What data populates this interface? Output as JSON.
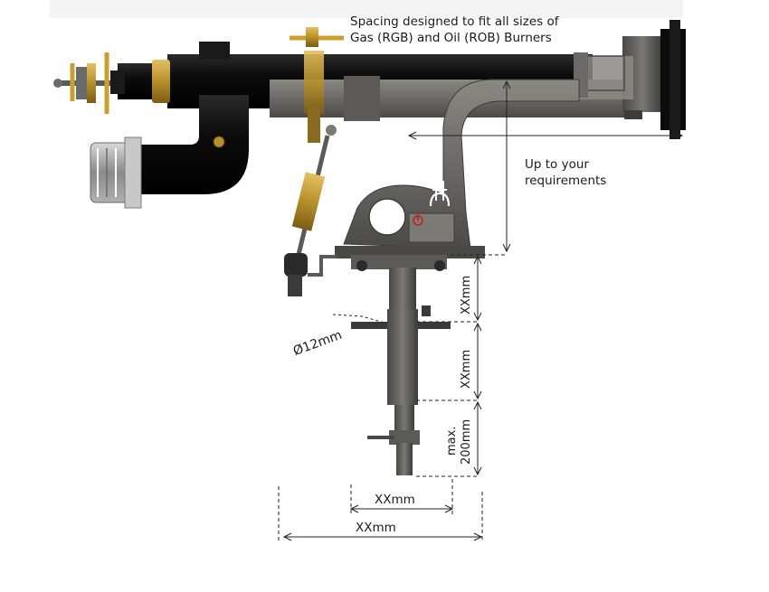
{
  "annotations": {
    "spacing_line1": "Spacing designed to fit all sizes of",
    "spacing_line2": "Gas (RGB) and Oil (ROB) Burners",
    "requirements_line1": "Up to your",
    "requirements_line2": "requirements",
    "diameter": "Ø12mm",
    "dim_upper": "XXmm",
    "dim_middle": "XXmm",
    "dim_max_line1": "max.",
    "dim_max_line2": "200mm",
    "dim_inner_width": "XXmm",
    "dim_outer_width": "XXmm"
  },
  "colors": {
    "black_pipe": "#0c0c0c",
    "steel": "#6c6a66",
    "steel_dark": "#4a4845",
    "brass": "#b8902a",
    "dimension_line": "#222222"
  },
  "icons": [
    "burner-bracket-logo",
    "power-icon"
  ]
}
